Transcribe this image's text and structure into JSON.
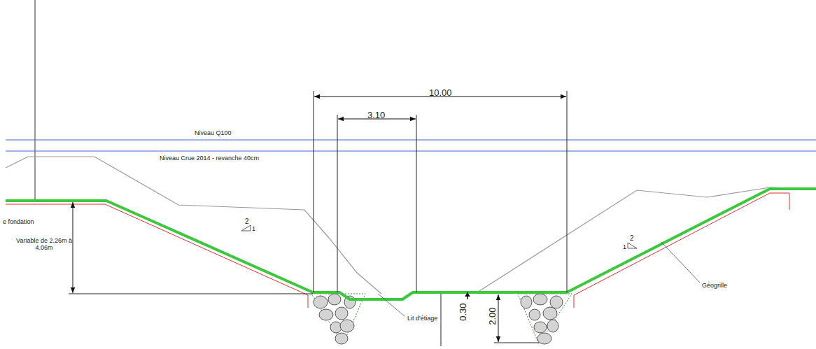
{
  "diagram": {
    "labels": [
      "Niveau Q100",
      "Niveau Crue 2014 - revanche 40cm",
      "10.00",
      "3.10",
      "e fondation",
      "Variable de 2.26m à 4.06m",
      "2",
      "1",
      "1",
      "2",
      "0.30",
      "2.00",
      "Lit d'étiage",
      "Géogrille"
    ]
  }
}
